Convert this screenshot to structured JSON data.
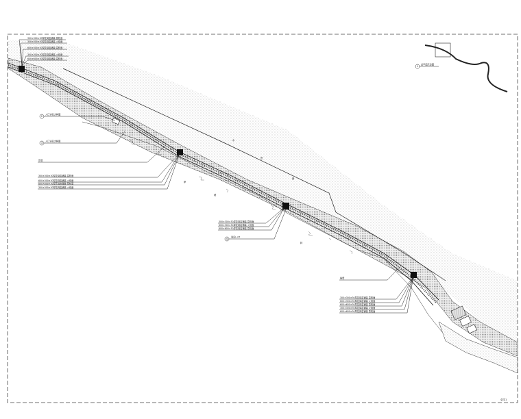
{
  "drawing": {
    "sheet_number": "总平1",
    "border_style": "dashed"
  },
  "key_plan": {
    "label": "总平面示意图",
    "marker": "1"
  },
  "callout_groups": [
    {
      "id": "g1",
      "lines": [
        "300×300×30厚花岗岩铺装 荔枝面",
        "300×300×30厚花岗岩铺装 火烧面",
        "600×300×30厚花岗岩铺装 荔枝面",
        "300×300×30厚花岗岩铺装 火烧面",
        "600×600×30厚花岗岩铺装 荔枝面"
      ]
    },
    {
      "id": "g2",
      "lines": [
        "300×300×30厚花岗岩铺装 荔枝面",
        "600×300×30厚花岗岩铺装 火烧面",
        "600×600×30厚花岗岩铺装 荔枝面",
        "300×300×30厚花岗岩铺装 火烧面"
      ]
    },
    {
      "id": "g3",
      "lines": [
        "300×300×30厚花岗岩铺装 荔枝面",
        "600×300×30厚花岗岩铺装 火烧面",
        "600×600×30厚花岗岩铺装 荔枝面"
      ]
    },
    {
      "id": "g4",
      "lines": [
        "300×300×30厚花岗岩铺装 荔枝面",
        "600×300×30厚花岗岩铺装 火烧面",
        "600×600×30厚花岗岩铺装 荔枝面",
        "300×300×30厚花岗岩铺装 火烧面",
        "600×600×30厚花岗岩铺装 荔枝面"
      ]
    }
  ],
  "detail_refs": [
    {
      "id": "d1",
      "marker": "2",
      "label": "入口详见大样图"
    },
    {
      "id": "d2",
      "marker": "3",
      "label": "入口详见大样图"
    },
    {
      "id": "d3",
      "marker": "4",
      "label": "详见L-07"
    }
  ],
  "single_labels": [
    {
      "id": "s1",
      "text": "步道"
    },
    {
      "id": "s2",
      "text": "挡墙"
    }
  ],
  "map_marks": [
    "水",
    "绿",
    "岸",
    "坡",
    "林",
    "田"
  ]
}
